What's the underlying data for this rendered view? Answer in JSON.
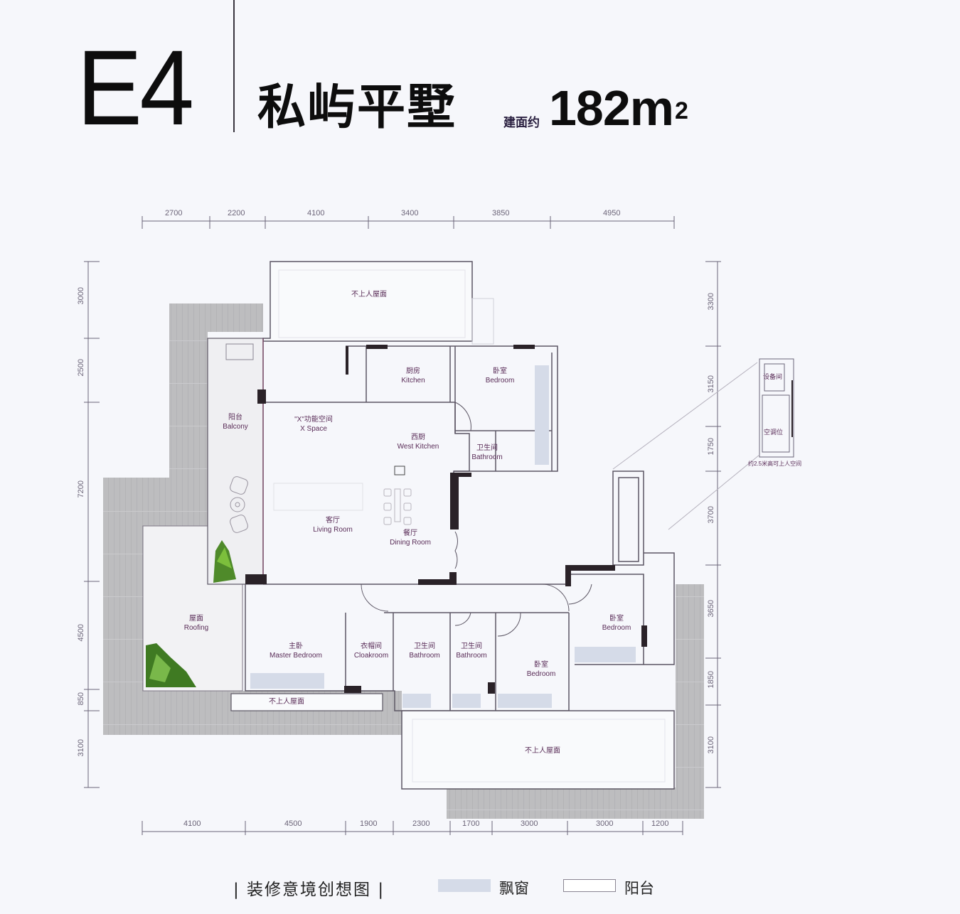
{
  "header": {
    "unit_code": "E4",
    "unit_name": "私屿平墅",
    "area_prefix": "建面约",
    "area_value": "182m",
    "area_unit_sup": "2"
  },
  "dimensions": {
    "top": [
      "2700",
      "2200",
      "4100",
      "3400",
      "3850",
      "4950"
    ],
    "left": [
      "3000",
      "2500",
      "7200",
      "4500",
      "850",
      "3100"
    ],
    "right": [
      "3300",
      "3150",
      "1750",
      "3700",
      "3650",
      "1850",
      "3100"
    ],
    "bottom": [
      "4100",
      "4500",
      "1900",
      "2300",
      "1700",
      "3000",
      "3000",
      "1200"
    ]
  },
  "rooms": [
    {
      "id": "roof-top",
      "zh": "不上人屋面",
      "en": ""
    },
    {
      "id": "kitchen",
      "zh": "厨房",
      "en": "Kitchen"
    },
    {
      "id": "bedroom-ne",
      "zh": "卧室",
      "en": "Bedroom"
    },
    {
      "id": "balcony",
      "zh": "阳台",
      "en": "Balcony"
    },
    {
      "id": "x-space",
      "zh": "\"X\"功能空间",
      "en": "X Space"
    },
    {
      "id": "west-kitchen",
      "zh": "西厨",
      "en": "West Kitchen"
    },
    {
      "id": "bathroom-ne",
      "zh": "卫生间",
      "en": "Bathroom"
    },
    {
      "id": "living-room",
      "zh": "客厅",
      "en": "Living Room"
    },
    {
      "id": "dining-room",
      "zh": "餐厅",
      "en": "Dining Room"
    },
    {
      "id": "roofing",
      "zh": "屋面",
      "en": "Roofing"
    },
    {
      "id": "master-bedroom",
      "zh": "主卧",
      "en": "Master Bedroom"
    },
    {
      "id": "cloakroom",
      "zh": "衣帽间",
      "en": "Cloakroom"
    },
    {
      "id": "bathroom-s1",
      "zh": "卫生间",
      "en": "Bathroom"
    },
    {
      "id": "bathroom-s2",
      "zh": "卫生间",
      "en": "Bathroom"
    },
    {
      "id": "bedroom-s",
      "zh": "卧室",
      "en": "Bedroom"
    },
    {
      "id": "bedroom-e",
      "zh": "卧室",
      "en": "Bedroom"
    },
    {
      "id": "roof-south-left",
      "zh": "不上人屋面",
      "en": ""
    },
    {
      "id": "roof-south-right",
      "zh": "不上人屋面",
      "en": ""
    }
  ],
  "inset": {
    "upper_label": "设备间",
    "lower_label": "空调位",
    "caption": "约2.5米高可上人空间"
  },
  "legend": {
    "title": "| 装修意境创想图 |",
    "items": [
      {
        "label": "飘窗",
        "color": "#d5dbe8"
      },
      {
        "label": "阳台",
        "color": "#ffffff"
      }
    ]
  },
  "colors": {
    "background": "#f6f7fb",
    "wall": "#2a2228",
    "line": "#5c5664",
    "roof_tile": "#b9b9bb",
    "bay_window": "#d5dbe8",
    "label": "#5a2d58",
    "greenery": "#4f8a2a"
  }
}
